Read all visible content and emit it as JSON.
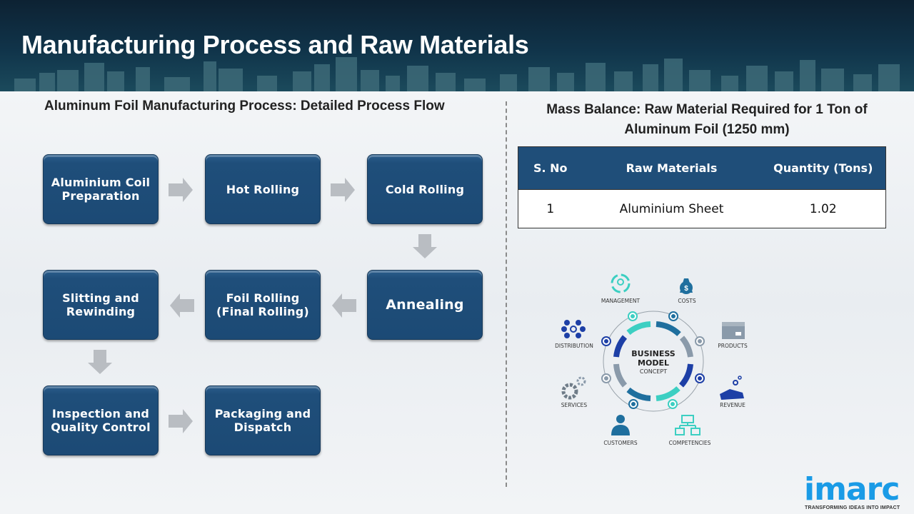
{
  "header": {
    "title": "Manufacturing Process and Raw Materials"
  },
  "process_flow": {
    "heading": "Aluminum Foil Manufacturing Process: Detailed Process Flow",
    "steps": [
      "Aluminium Coil Preparation",
      "Hot Rolling",
      "Cold Rolling",
      "Annealing",
      "Foil Rolling (Final Rolling)",
      "Slitting and Rewinding",
      "Inspection and Quality Control",
      "Packaging and Dispatch"
    ]
  },
  "mass_balance": {
    "heading": "Mass Balance: Raw Material Required for 1 Ton of Aluminum Foil (1250 mm)",
    "columns": [
      "S. No",
      "Raw Materials",
      "Quantity  (Tons)"
    ],
    "rows": [
      [
        "1",
        "Aluminium Sheet",
        "1.02"
      ]
    ]
  },
  "business_model": {
    "center": [
      "BUSINESS",
      "MODEL",
      "CONCEPT"
    ],
    "labels": {
      "management": "MANAGEMENT",
      "costs": "COSTS",
      "products": "PRODUCTS",
      "revenue": "REVENUE",
      "competencies": "COMPETENCIES",
      "customers": "CUSTOMERS",
      "services": "SERVICES",
      "distribution": "DISTRIBUTION"
    },
    "colors": {
      "teal": "#3ccfc2",
      "blue": "#1f6f9e",
      "navy": "#1d3fa6",
      "gray": "#8a9aaa"
    }
  },
  "logo": {
    "name": "imarc",
    "tagline": "TRANSFORMING IDEAS INTO IMPACT",
    "color": "#1a9be6"
  }
}
